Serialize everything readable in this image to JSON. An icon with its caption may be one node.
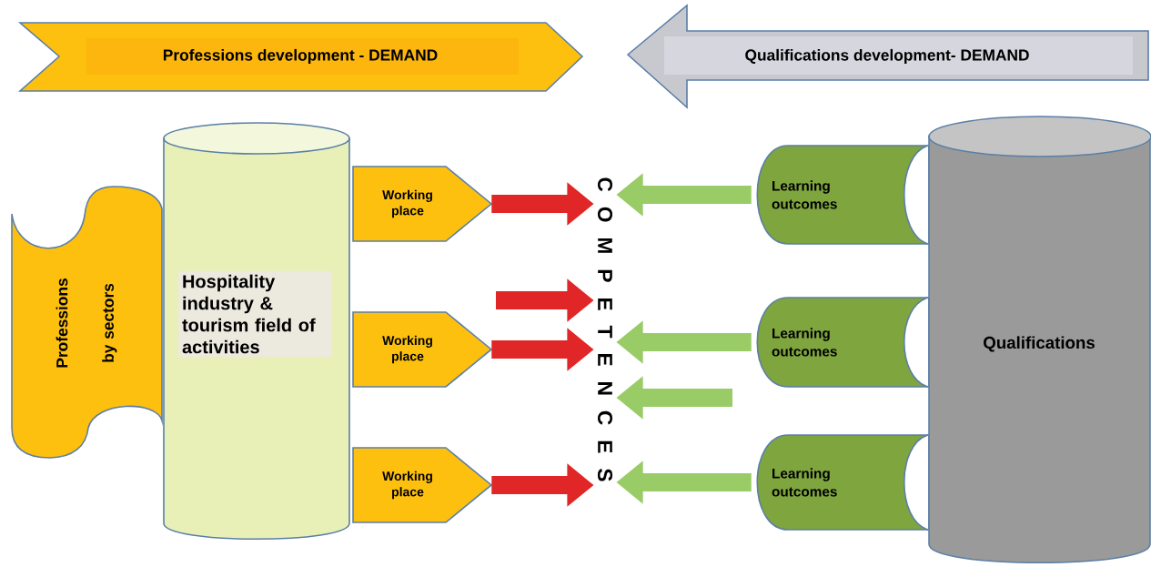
{
  "diagram": {
    "nodes": [
      {
        "text": [
          "Professions development - DEMAND"
        ]
      },
      {
        "text": [
          "Qualifications development- DEMAND"
        ]
      },
      {
        "text": [
          "Professions by sectors"
        ]
      },
      {
        "text": [
          "Hospitality industry & tourism field of activities"
        ]
      },
      {
        "text": [
          "Working place"
        ]
      },
      {
        "text": [
          "Working place"
        ]
      },
      {
        "text": [
          "Working place"
        ]
      },
      {
        "text": [
          "C O M P E T E N C E S"
        ]
      },
      {
        "text": [
          "Learning outcomes"
        ]
      },
      {
        "text": [
          "Learning outcomes"
        ]
      },
      {
        "text": [
          "Learning outcomes"
        ]
      },
      {
        "text": [
          "Qualifications"
        ]
      }
    ],
    "edges": [
      {
        "from": 4,
        "to": 7,
        "arrow": "to",
        "color": "#e02626"
      },
      {
        "from": null,
        "to": 7,
        "arrow": "to",
        "color": "#e02626"
      },
      {
        "from": 5,
        "to": 7,
        "arrow": "to",
        "color": "#e02626"
      },
      {
        "from": 6,
        "to": 7,
        "arrow": "to",
        "color": "#e02626"
      },
      {
        "from": 8,
        "to": 7,
        "arrow": "to",
        "color": "#99cc66"
      },
      {
        "from": 9,
        "to": 7,
        "arrow": "to",
        "color": "#99cc66"
      },
      {
        "from": null,
        "to": 7,
        "arrow": "to",
        "color": "#99cc66"
      },
      {
        "from": 10,
        "to": 7,
        "arrow": "to",
        "color": "#99cc66"
      }
    ]
  }
}
